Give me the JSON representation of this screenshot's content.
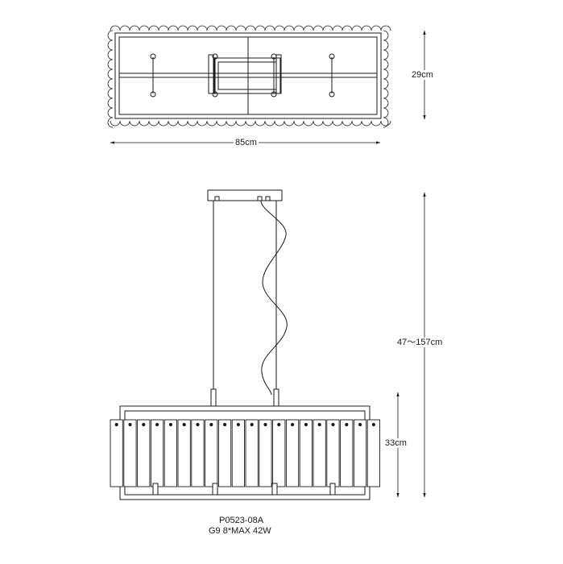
{
  "dimensions": {
    "top_height": "29cm",
    "top_width": "85cm",
    "drop_range": "47～157cm",
    "body_height": "33cm"
  },
  "product": {
    "model": "P0523-08A",
    "spec": "G9  8*MAX 42W"
  },
  "line_color": "#1a1a1a"
}
